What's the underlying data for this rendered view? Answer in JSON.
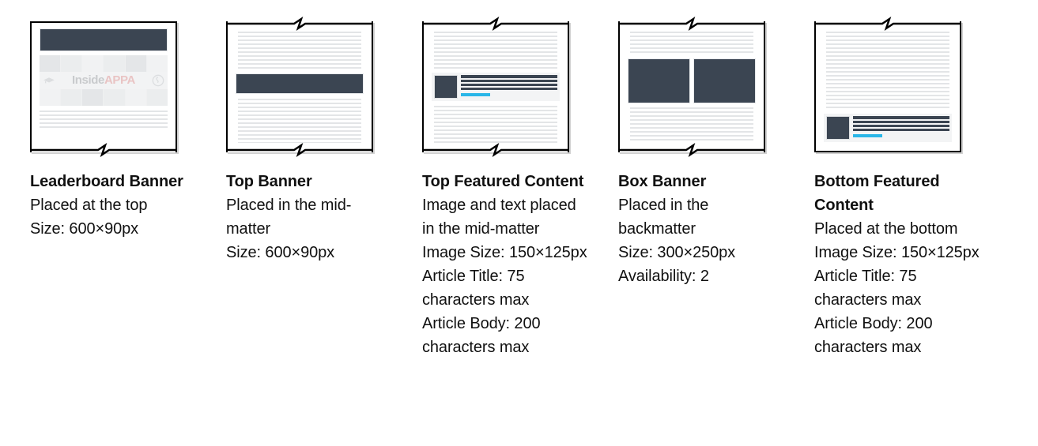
{
  "page": {
    "background_color": "#ffffff",
    "text_color": "#111111",
    "dark_block_color": "#3b4552",
    "accent_blue": "#29b6e8",
    "rule_line_color": "#e3e5e7"
  },
  "ad_slots": [
    {
      "id": "leaderboard-banner",
      "title": "Leaderboard Banner",
      "details": [
        "Placed at the top",
        "Size: 600×90px"
      ],
      "preview": {
        "torn_top": false,
        "torn_bottom": true,
        "banner_position": "top",
        "masthead_logo": {
          "part_one": "Inside",
          "part_two": "APPA"
        }
      }
    },
    {
      "id": "top-banner",
      "title": "Top Banner",
      "details": [
        "Placed in the mid-matter",
        "Size: 600×90px"
      ],
      "preview": {
        "torn_top": true,
        "torn_bottom": true,
        "banner_position": "middle"
      }
    },
    {
      "id": "top-featured-content",
      "title": "Top Featured Content",
      "details": [
        "Image and text placed in the mid-matter",
        "Image Size: 150×125px",
        "Article Title: 75 characters max",
        "Article Body: 200 characters max"
      ],
      "preview": {
        "torn_top": true,
        "torn_bottom": true,
        "featured_position": "middle"
      }
    },
    {
      "id": "box-banner",
      "title": "Box Banner",
      "details": [
        "Placed in the backmatter",
        "Size: 300×250px",
        "Availability: 2"
      ],
      "preview": {
        "torn_top": true,
        "torn_bottom": true,
        "boxes": 2
      }
    },
    {
      "id": "bottom-featured-content",
      "title": "Bottom Featured Content",
      "details": [
        "Placed at the bottom",
        "Image Size: 150×125px",
        "Article Title: 75 characters max",
        "Article Body: 200 characters max"
      ],
      "preview": {
        "torn_top": true,
        "torn_bottom": false,
        "featured_position": "bottom"
      }
    }
  ]
}
